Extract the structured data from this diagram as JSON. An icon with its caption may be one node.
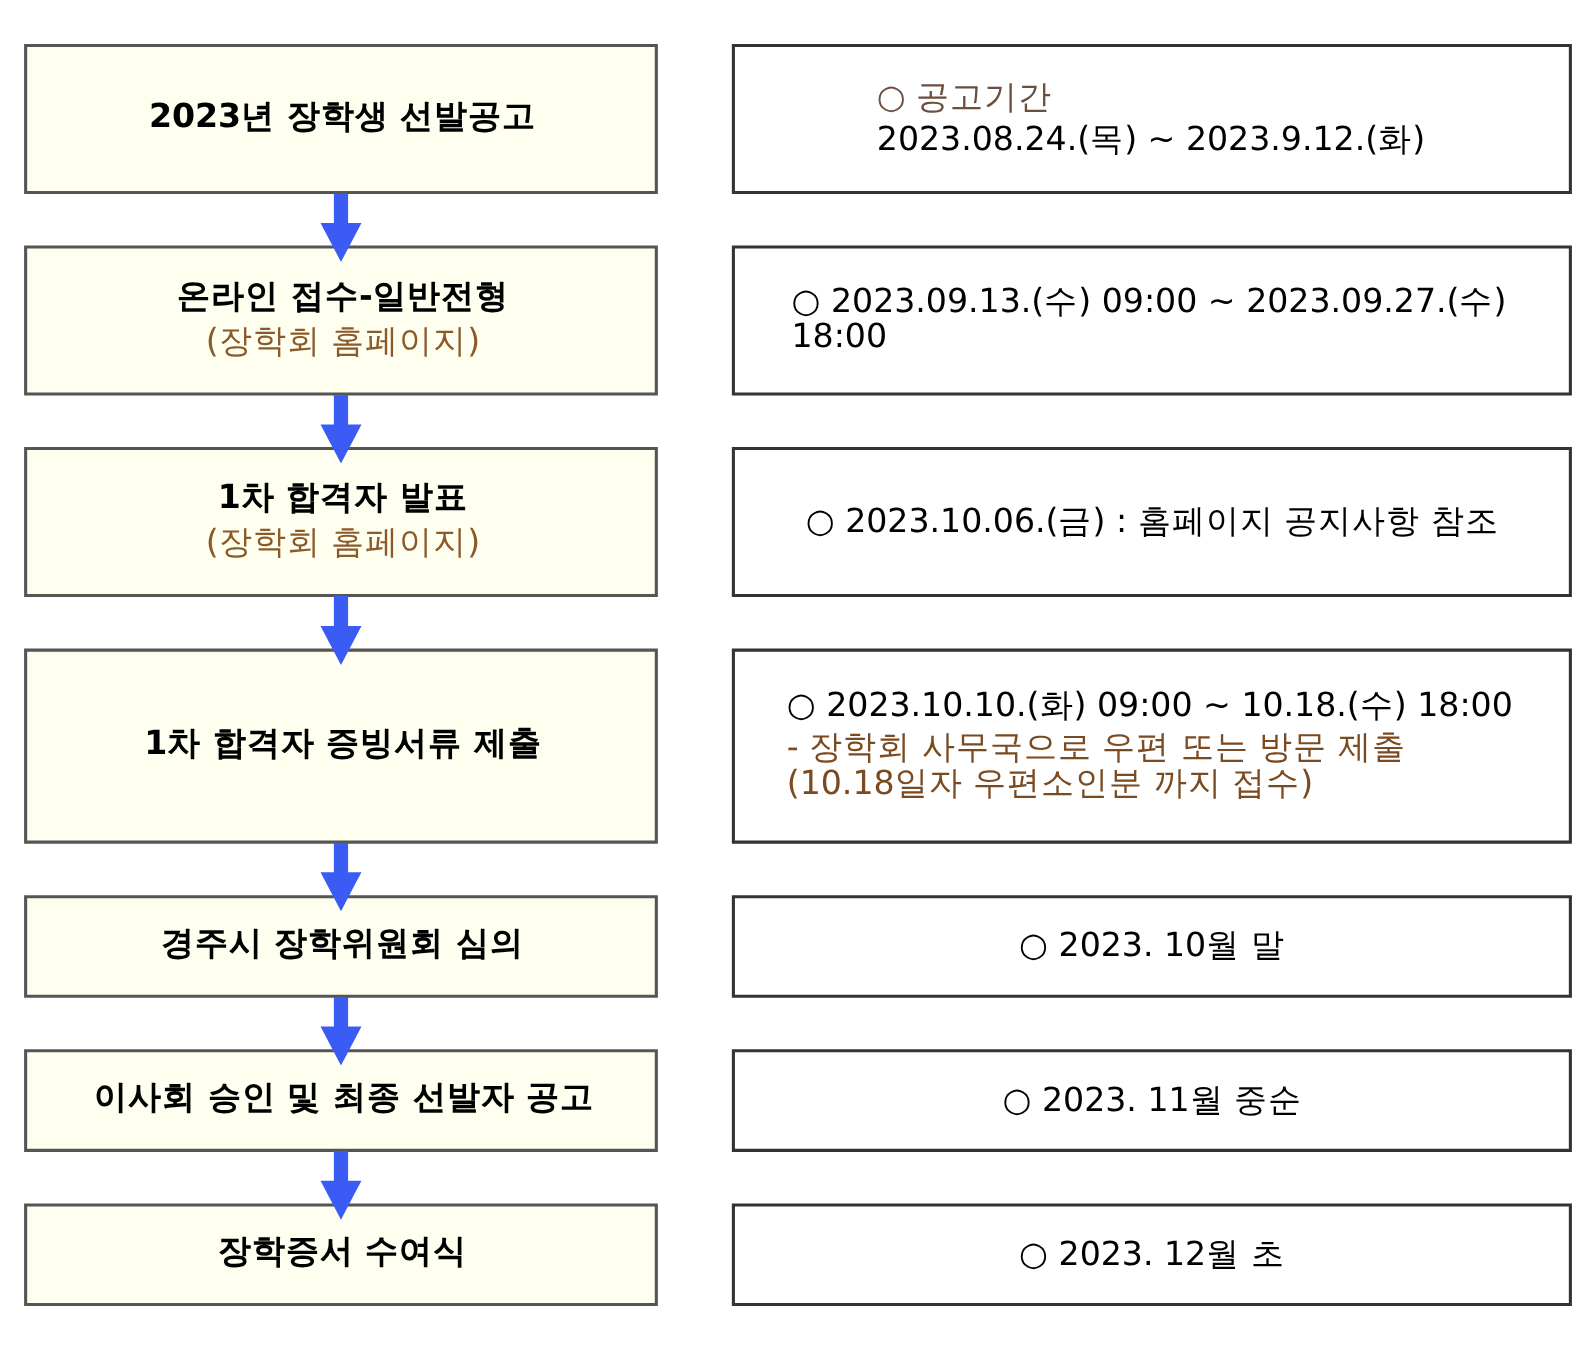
{
  "diagram": {
    "nodes": [
      {
        "text": [
          "2023년 장학생 선발공고"
        ]
      },
      {
        "text": [
          "○ 공고기간",
          "2023.08.24.(목) ~ 2023.9.12.(화)"
        ]
      },
      {
        "text": [
          "온라인 접수-일반전형",
          "(장학회 홈페이지)"
        ]
      },
      {
        "text": [
          "○ 2023.09.13.(수) 09:00 ~ 2023.09.27.(수) 18:00"
        ]
      },
      {
        "text": [
          "1차 합격자 발표",
          "(장학회 홈페이지)"
        ]
      },
      {
        "text": [
          "○ 2023.10.06.(금) : 홈페이지 공지사항 참조"
        ]
      },
      {
        "text": [
          "1차 합격자 증빙서류 제출"
        ]
      },
      {
        "text": [
          "○ 2023.10.10.(화) 09:00 ~ 10.18.(수) 18:00",
          "- 장학회 사무국으로 우편 또는 방문 제출 (10.18일자 우편소인분 까지 접수)"
        ]
      },
      {
        "text": [
          "경주시 장학위원회 심의"
        ]
      },
      {
        "text": [
          "○ 2023. 10월 말"
        ]
      },
      {
        "text": [
          "이사회 승인 및 최종 선발자 공고"
        ]
      },
      {
        "text": [
          "○ 2023. 11월 중순"
        ]
      },
      {
        "text": [
          "장학증서 수여식"
        ]
      },
      {
        "text": [
          "○ 2023. 12월 초"
        ]
      }
    ],
    "edges": [
      {
        "from": 0,
        "to": 2,
        "arrow": "to"
      },
      {
        "from": 2,
        "to": 4,
        "arrow": "to"
      },
      {
        "from": 4,
        "to": 6,
        "arrow": "to"
      },
      {
        "from": 6,
        "to": 8,
        "arrow": "to"
      },
      {
        "from": 8,
        "to": 10,
        "arrow": "to"
      },
      {
        "from": 10,
        "to": 12,
        "arrow": "to"
      }
    ]
  }
}
